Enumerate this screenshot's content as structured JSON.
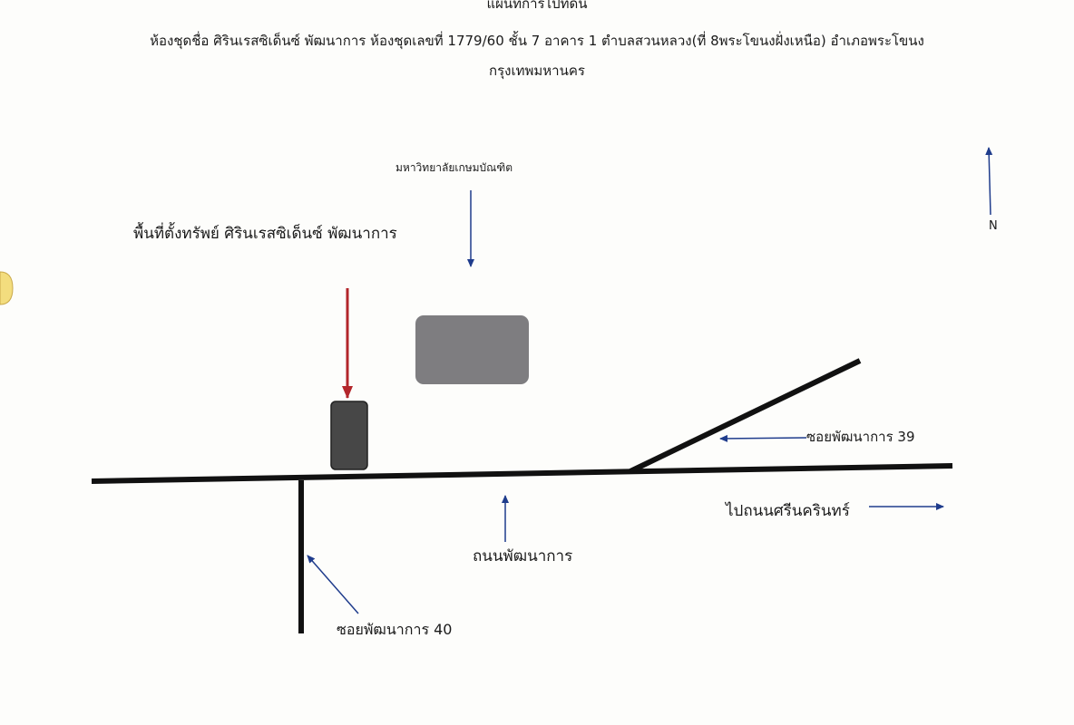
{
  "header": {
    "title": "แผนที่การไปที่ดิน",
    "line1": "ห้องชุดชื่อ ศิรินเรสซิเด็นซ์ พัฒนาการ ห้องชุดเลขที่ 1779/60 ชั้น 7 อาคาร 1 ตำบลสวนหลวง(ที่ 8พระโขนงฝั่งเหนือ) อำเภอพระโขนง",
    "line2": "กรุงเทพมหานคร"
  },
  "labels": {
    "university": "มหาวิทยาลัยเกษมบัณฑิต",
    "property_site": "พื้นที่ตั้งทรัพย์ ศิรินเรสซิเด็นซ์ พัฒนาการ",
    "soi_39": "ซอยพัฒนาการ 39",
    "to_srinakarin": "ไปถนนศรีนครินทร์",
    "main_road": "ถนนพัฒนาการ",
    "soi_40": "ซอยพัฒนาการ 40",
    "north": "N"
  },
  "colors": {
    "road": "#111111",
    "pointer_arrow": "#1f3c8c",
    "site_arrow": "#b3262b",
    "property_block": "#474747",
    "university_block": "#7e7d80",
    "tab_marker": "#f3dd7e"
  }
}
